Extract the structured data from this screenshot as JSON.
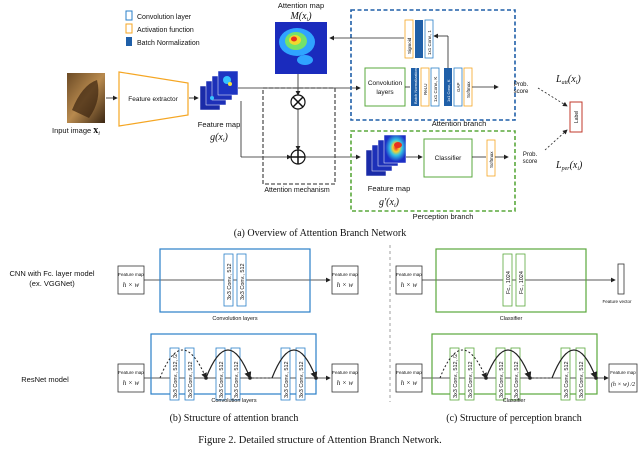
{
  "legend": {
    "conv": "Convolution layer",
    "act": "Activation function",
    "bn": "Batch Normalization"
  },
  "colors": {
    "blue": "#2a7fc9",
    "dark_blue": "#1f5fa8",
    "orange": "#f5a623",
    "green": "#5aa83c",
    "red": "#c0392b",
    "gray": "#555555"
  },
  "top": {
    "input_label": "Input image ",
    "input_var": "x",
    "input_sub": "i",
    "feature_extractor": "Feature extractor",
    "feature_map_label": "Feature map",
    "feature_map_math": "g(x",
    "attention_map_label": "Attention map",
    "attention_map_math": "M(x",
    "attention_mechanism": "Attention mechanism",
    "conv_layers_1": "Convolution",
    "conv_layers_2": "layers",
    "bn_label": "Batch Normalization",
    "relu": "ReLU",
    "conv_k": "1x1 Conv., K",
    "conv_k2": "1x1 Conv., K",
    "gap": "GAP",
    "softmax": "Softmax",
    "sigmoid": "Sigmoid",
    "conv_1": "1x1 Conv., 1",
    "attention_branch": "Attention branch",
    "perception_branch": "Perception branch",
    "classifier": "Classifier",
    "softmax2": "Softmax",
    "prob_score_1": "Prob.",
    "prob_score_2": "score",
    "prob_score_3": "Prob.",
    "prob_score_4": "score",
    "label": "Label",
    "loss_att": "L",
    "loss_att_sub": "att",
    "loss_per": "L",
    "loss_per_sub": "per",
    "loss_arg": "(x",
    "feature_map2_label": "Feature map",
    "feature_map2_math": "g'(x"
  },
  "caption_a": "(a) Overview of Attention Branch Network",
  "bottom": {
    "row1_label_1": "CNN with Fc. layer model",
    "row1_label_2": "(ex. VGGNet)",
    "row2_label": "ResNet model",
    "feature_map": "Feature map",
    "hw": "h × w",
    "hw_half": "(h × w) /2",
    "conv_512": "3x3 Conv., 512",
    "conv_512_2": "3x3 Conv., 512, /2",
    "fc_1024": "Fc., 1024",
    "feature_vector": "Feature vector",
    "convolution_layers": "Convolution layers",
    "classifier": "Classifier"
  },
  "caption_b": "(b) Structure of attention branch",
  "caption_c": "(c) Structure of perception branch",
  "figure_caption": "Figure 2. Detailed structure of Attention Branch Network."
}
